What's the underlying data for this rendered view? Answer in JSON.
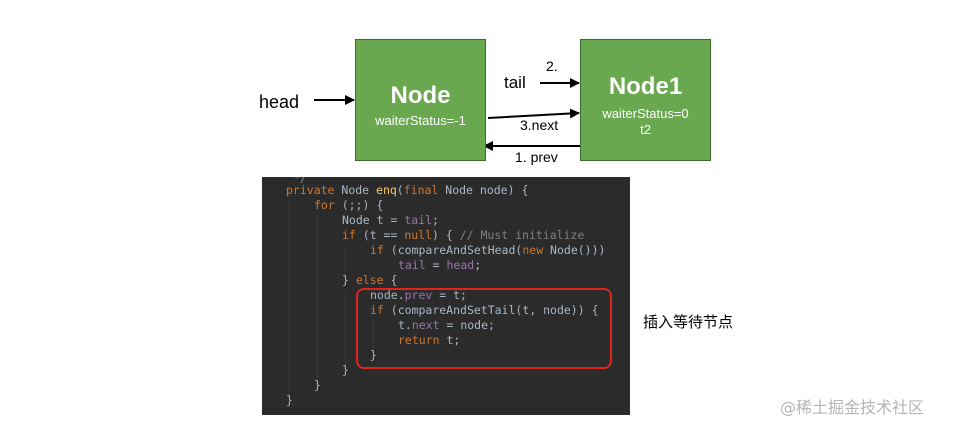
{
  "diagram": {
    "head_label": "head",
    "node": {
      "title": "Node",
      "status": "waiterStatus=-1"
    },
    "node1": {
      "title": "Node1",
      "status": "waiterStatus=0",
      "thread": "t2"
    },
    "tail_label": "tail",
    "step2_label": "2.",
    "next_label": "3.next",
    "prev_label": "1. prev",
    "annotation": "插入等待节点",
    "watermark": "@稀土掘金技术社区"
  },
  "code": {
    "top_fragment": "*/",
    "l1": {
      "a": "private",
      "b": " Node ",
      "c": "enq",
      "d": "(",
      "e": "final",
      "f": " Node node) {"
    },
    "l2": {
      "a": "for",
      "b": " (;;) {"
    },
    "l3": {
      "a": "Node t = ",
      "b": "tail",
      "c": ";"
    },
    "l4": {
      "a": "if",
      "b": " (t == ",
      "c": "null",
      "d": ") { ",
      "e": "// Must initialize"
    },
    "l5": {
      "a": "if",
      "b": " (compareAndSetHead(",
      "c": "new",
      "d": " Node()))"
    },
    "l6": {
      "a": "tail",
      "b": " = ",
      "c": "head",
      "d": ";"
    },
    "l7": {
      "a": "} ",
      "b": "else",
      "c": " {"
    },
    "l8": {
      "a": "node.",
      "b": "prev",
      "c": " = t;"
    },
    "l9": {
      "a": "if",
      "b": " (compareAndSetTail(t, node)) {"
    },
    "l10": {
      "a": "t.",
      "b": "next",
      "c": " = node;"
    },
    "l11": {
      "a": "return",
      "b": " t;"
    },
    "l12": "}",
    "l13": "}",
    "l14": "}",
    "l15": "}"
  },
  "colors": {
    "node_fill": "#6aa84f",
    "code_background": "#2b2b2b",
    "highlight_border": "#e0241b"
  }
}
